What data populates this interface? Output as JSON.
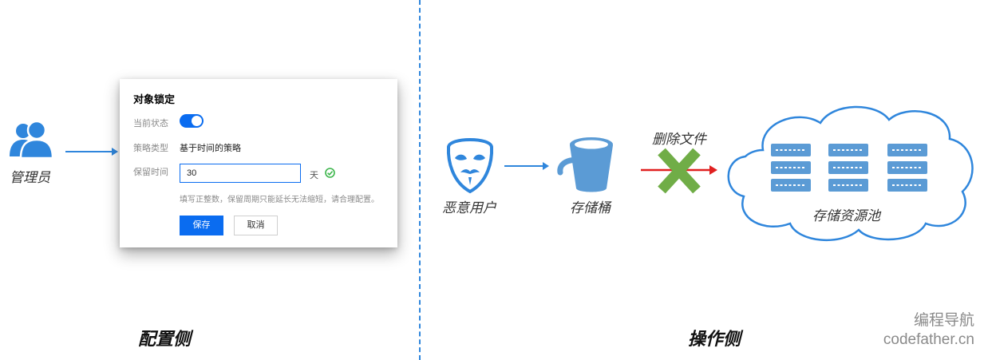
{
  "left_side": {
    "label": "配置侧",
    "admin_caption": "管理员",
    "panel": {
      "title": "对象锁定",
      "status_label": "当前状态",
      "policy_label": "策略类型",
      "policy_value": "基于时间的策略",
      "retention_label": "保留时间",
      "retention_value": "30",
      "retention_unit": "天",
      "hint": "填写正整数，保留周期只能延长无法缩短，请合理配置。",
      "save_label": "保存",
      "cancel_label": "取消",
      "toggle_on": true
    }
  },
  "right_side": {
    "label": "操作侧",
    "malicious_user_caption": "恶意用户",
    "bucket_caption": "存储桶",
    "delete_caption": "删除文件",
    "pool_caption": "存储资源池"
  },
  "watermark": {
    "line1": "编程导航",
    "line2": "codefather.cn"
  },
  "colors": {
    "accent": "#0a6cf0",
    "icon_blue": "#2f86dc",
    "bucket_blue": "#5b9bd5",
    "deny_green": "#70ad47",
    "arrow_red": "#e02020"
  }
}
